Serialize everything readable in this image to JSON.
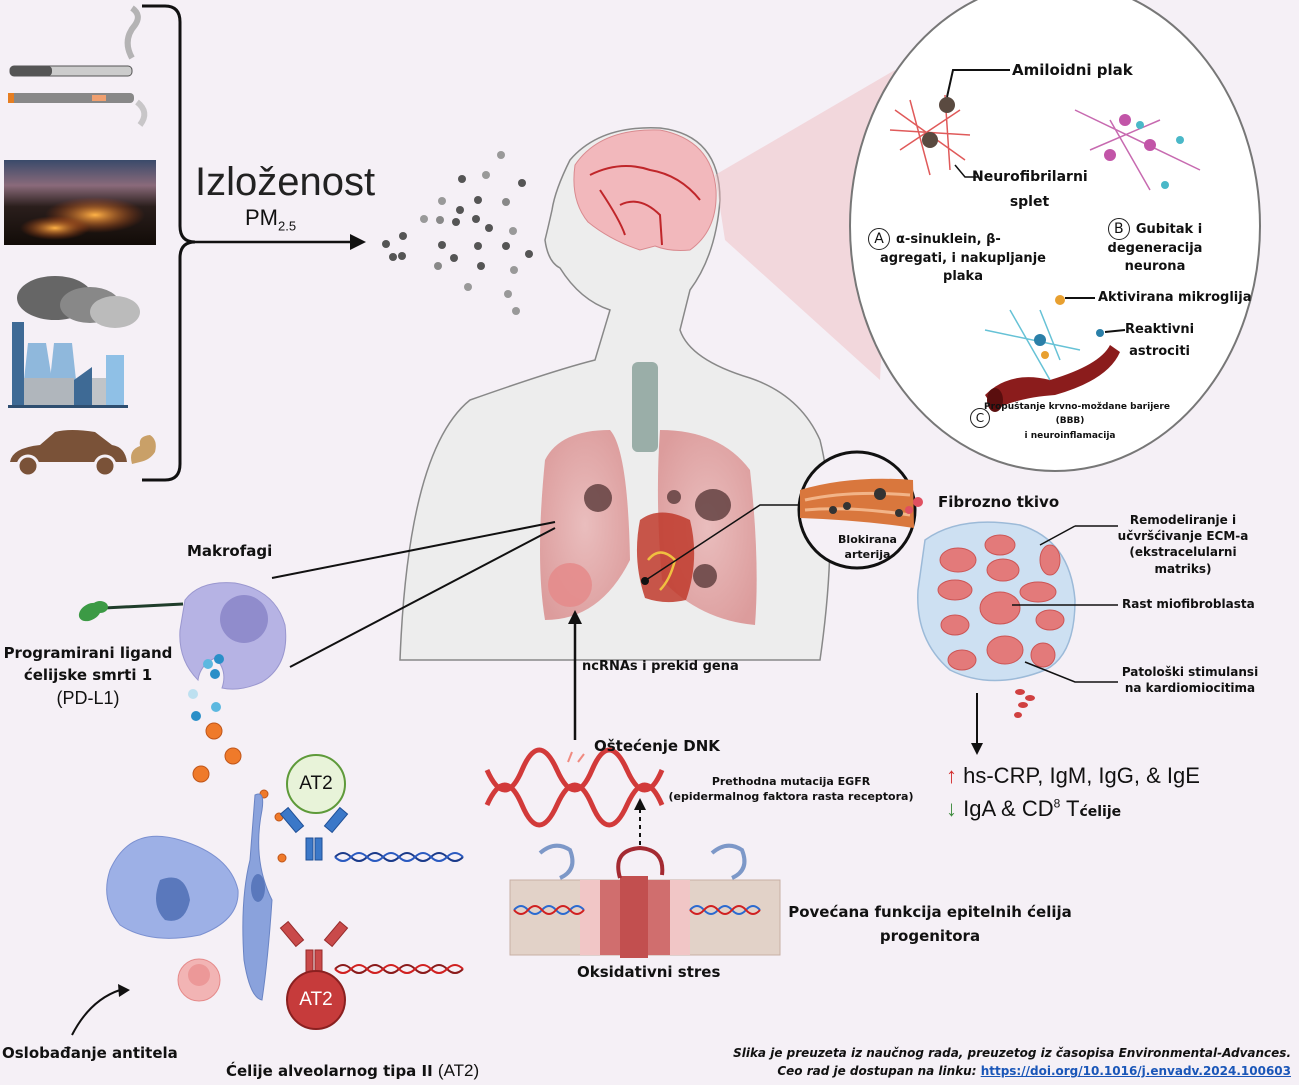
{
  "exposure": {
    "title": "Izloženost",
    "pm_main": "PM",
    "pm_sub": "2.5",
    "sources": [
      "e-cigarette",
      "wildfire",
      "factory",
      "car-exhaust"
    ]
  },
  "brain_panel": {
    "amyloid": "Amiloidni plak",
    "tangle_line1": "Neurofibrilarni",
    "tangle_line2": "splet",
    "a_letter": "A",
    "a_line1": "α-sinuklein,  β-",
    "a_line2": "agregati, i nakupljanje",
    "a_line3": "plaka",
    "b_letter": "B",
    "b_line1": "Gubitak i",
    "b_line2": "degeneracija neurona",
    "microglia": "Aktivirana mikroglija",
    "astro_line1": "Reaktivni",
    "astro_line2": "astrociti",
    "c_letter": "C",
    "c_line1": "Propuštanje krvno-moždane barijere",
    "c_line2": "(BBB)",
    "c_line3": "i neuroinflamacija"
  },
  "artery": {
    "line1": "Blokirana",
    "line2": "arterija"
  },
  "fibrosis": {
    "title": "Fibrozno tkivo",
    "ecm_line1": "Remodeliranje i",
    "ecm_line2": "učvršćivanje ECM-a",
    "ecm_line3": "(ekstracelularni matriks)",
    "myofibro": "Rast miofibroblasta",
    "patho_line1": "Patološki stimulansi",
    "patho_line2": "na kardiomiocitima"
  },
  "markers": {
    "up_arrow": "↑",
    "up_text": "hs-CRP, IgM, IgG, & IgE",
    "down_arrow": "↓",
    "down_text": "IgA & CD",
    "down_sup": "8",
    "down_t": " T",
    "down_cells": "ćelije",
    "up_color": "#d32f2f",
    "down_color": "#3d8b3d"
  },
  "center": {
    "ncrna": "ncRNAs i prekid gena",
    "dna_damage": "Oštećenje DNK",
    "egfr_line1": "Prethodna mutacija EGFR",
    "egfr_line2": "(epidermalnog faktora rasta receptora)",
    "oxidative": "Oksidativni stres",
    "progen_line1": "Povećana funkcija epitelnih ćelija",
    "progen_line2": "progenitora"
  },
  "immune": {
    "macrophage": "Makrofagi",
    "pdl1_line1": "Programirani ligand",
    "pdl1_line2": "ćelijske smrti 1",
    "pdl1_line3": "(PD-L1)",
    "at2_top": "AT2",
    "at2_bottom": "AT2",
    "antibody_release": "Oslobađanje antitela",
    "at2_caption": "Ćelije alveolarnog tipa II",
    "at2_caption_abbr": "(AT2)"
  },
  "footer": {
    "line1": "Slika je preuzeta iz naučnog rada, preuzetog iz časopisa Environmental-Advances.",
    "line2_prefix": "Ceo rad je dostupan na linku: ",
    "link": "https://doi.org/10.1016/j.envadv.2024.100603"
  }
}
